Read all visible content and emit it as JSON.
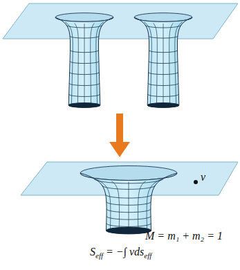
{
  "diagram": {
    "labels": [
      "ν",
      "M = m₁ + m₂ = 1",
      "S",
      "eff",
      "= −∫ νds",
      "eff"
    ]
  }
}
